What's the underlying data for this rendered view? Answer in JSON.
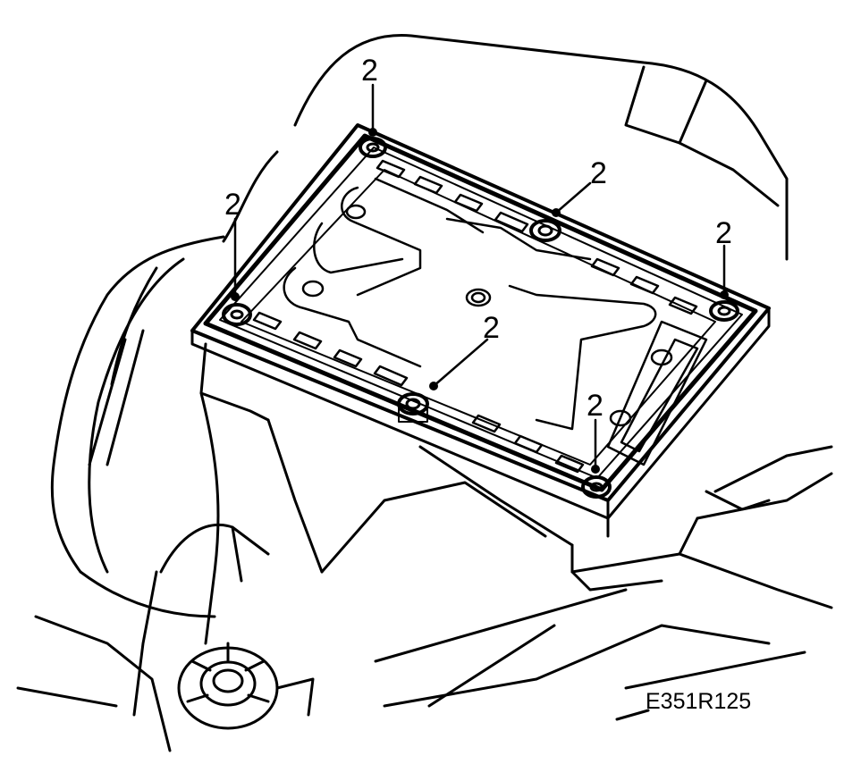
{
  "figure": {
    "reference_code": "E351R125",
    "callouts": [
      {
        "label": "2",
        "target": "mounting bolt, top-left corner"
      },
      {
        "label": "2",
        "target": "mounting bolt, top-middle"
      },
      {
        "label": "2",
        "target": "mounting bolt, top-right corner"
      },
      {
        "label": "2",
        "target": "mounting bolt, left corner"
      },
      {
        "label": "2",
        "target": "mounting bolt, bottom-middle"
      },
      {
        "label": "2",
        "target": "mounting bolt, bottom-right corner"
      }
    ]
  },
  "colors": {
    "line": "#000000",
    "background": "#ffffff"
  }
}
